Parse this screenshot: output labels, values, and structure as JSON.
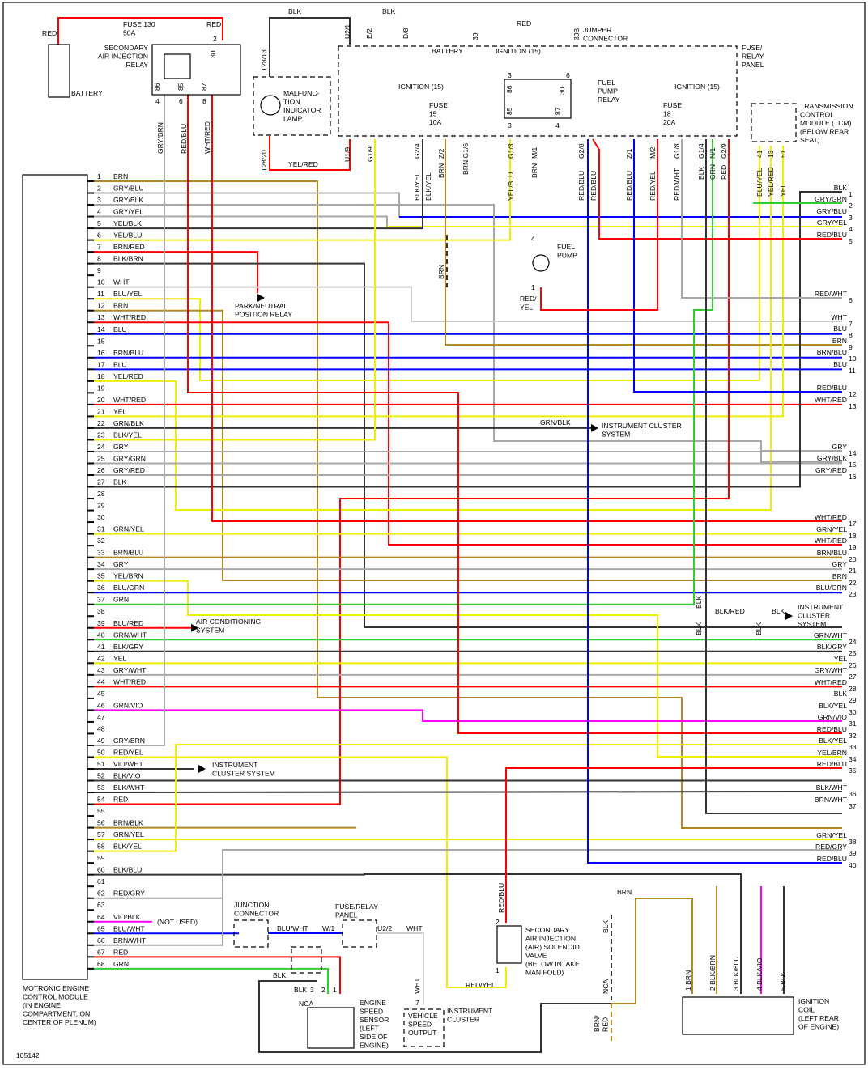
{
  "figure_id": "105142",
  "wire_colors": {
    "BLK": "#333333",
    "BRN": "#b08a20",
    "GRY": "#a8a8a8",
    "BLU": "#0000ff",
    "RED": "#ff0000",
    "YEL": "#eeee00",
    "GRN": "#33cc33",
    "WHT": "#cccccc",
    "VIO": "#ff00ff"
  },
  "ecm": {
    "title": [
      "MOTRONIC ENGINE",
      "CONTROL MODULE",
      "(IN ENGINE",
      "COMPARTMENT, ON",
      "CENTER OF PLENUM)"
    ],
    "pins": [
      {
        "n": "1",
        "c": "BRN"
      },
      {
        "n": "2",
        "c": "GRY/BLU"
      },
      {
        "n": "3",
        "c": "GRY/BLK"
      },
      {
        "n": "4",
        "c": "GRY/YEL"
      },
      {
        "n": "5",
        "c": "YEL/BLK"
      },
      {
        "n": "6",
        "c": "YEL/BLU"
      },
      {
        "n": "7",
        "c": "BRN/RED"
      },
      {
        "n": "8",
        "c": "BLK/BRN"
      },
      {
        "n": "9",
        "c": ""
      },
      {
        "n": "10",
        "c": "WHT"
      },
      {
        "n": "11",
        "c": "BLU/YEL"
      },
      {
        "n": "12",
        "c": "BRN"
      },
      {
        "n": "13",
        "c": "WHT/RED"
      },
      {
        "n": "14",
        "c": "BLU"
      },
      {
        "n": "15",
        "c": ""
      },
      {
        "n": "16",
        "c": "BRN/BLU"
      },
      {
        "n": "17",
        "c": "BLU"
      },
      {
        "n": "18",
        "c": "YEL/RED"
      },
      {
        "n": "19",
        "c": ""
      },
      {
        "n": "20",
        "c": "WHT/RED"
      },
      {
        "n": "21",
        "c": "YEL"
      },
      {
        "n": "22",
        "c": "GRN/BLK"
      },
      {
        "n": "23",
        "c": "BLK/YEL"
      },
      {
        "n": "24",
        "c": "GRY"
      },
      {
        "n": "25",
        "c": "GRY/GRN"
      },
      {
        "n": "26",
        "c": "GRY/RED"
      },
      {
        "n": "27",
        "c": "BLK"
      },
      {
        "n": "28",
        "c": ""
      },
      {
        "n": "29",
        "c": ""
      },
      {
        "n": "30",
        "c": ""
      },
      {
        "n": "31",
        "c": "GRN/YEL"
      },
      {
        "n": "32",
        "c": ""
      },
      {
        "n": "33",
        "c": "BRN/BLU"
      },
      {
        "n": "34",
        "c": "GRY"
      },
      {
        "n": "35",
        "c": "YEL/BRN"
      },
      {
        "n": "36",
        "c": "BLU/GRN"
      },
      {
        "n": "37",
        "c": "GRN"
      },
      {
        "n": "38",
        "c": ""
      },
      {
        "n": "39",
        "c": "BLU/RED"
      },
      {
        "n": "40",
        "c": "GRN/WHT"
      },
      {
        "n": "41",
        "c": "BLK/GRY"
      },
      {
        "n": "42",
        "c": "YEL"
      },
      {
        "n": "43",
        "c": "GRY/WHT"
      },
      {
        "n": "44",
        "c": "WHT/RED"
      },
      {
        "n": "45",
        "c": ""
      },
      {
        "n": "46",
        "c": "GRN/VIO"
      },
      {
        "n": "47",
        "c": ""
      },
      {
        "n": "48",
        "c": ""
      },
      {
        "n": "49",
        "c": "GRY/BRN"
      },
      {
        "n": "50",
        "c": "RED/YEL"
      },
      {
        "n": "51",
        "c": "VIO/WHT"
      },
      {
        "n": "52",
        "c": "BLK/VIO"
      },
      {
        "n": "53",
        "c": "BLK/WHT"
      },
      {
        "n": "54",
        "c": "RED"
      },
      {
        "n": "55",
        "c": ""
      },
      {
        "n": "56",
        "c": "BRN/BLK"
      },
      {
        "n": "57",
        "c": "GRN/YEL"
      },
      {
        "n": "58",
        "c": "BLK/YEL"
      },
      {
        "n": "59",
        "c": ""
      },
      {
        "n": "60",
        "c": "BLK/BLU"
      },
      {
        "n": "61",
        "c": ""
      },
      {
        "n": "62",
        "c": "RED/GRY"
      },
      {
        "n": "63",
        "c": ""
      },
      {
        "n": "64",
        "c": "VIO/BLK"
      },
      {
        "n": "65",
        "c": "BLU/WHT"
      },
      {
        "n": "66",
        "c": "BRN/WHT"
      },
      {
        "n": "67",
        "c": "RED"
      },
      {
        "n": "68",
        "c": "GRN"
      }
    ]
  },
  "tcm": {
    "title": [
      "TRANSMISSION",
      "CONTROL",
      "MODULE (TCM)",
      "(BELOW REAR",
      "SEAT)"
    ],
    "top_pins": [
      {
        "n": "41",
        "c": "BLU/YEL"
      },
      {
        "n": "13",
        "c": "YEL/RED"
      },
      {
        "n": "51",
        "c": "YEL"
      }
    ],
    "pins": [
      {
        "n": "1",
        "c": "BLK"
      },
      {
        "n": "2",
        "c": "GRY/GRN"
      },
      {
        "n": "3",
        "c": "GRY/BLU"
      },
      {
        "n": "4",
        "c": "GRY/YEL"
      },
      {
        "n": "5",
        "c": "RED/BLU"
      },
      {
        "n": "6",
        "c": "RED/WHT"
      },
      {
        "n": "7",
        "c": "WHT"
      },
      {
        "n": "8",
        "c": "BLU"
      },
      {
        "n": "9",
        "c": "BRN"
      },
      {
        "n": "10",
        "c": "BRN/BLU"
      },
      {
        "n": "11",
        "c": "BLU"
      },
      {
        "n": "12",
        "c": "RED/BLU"
      },
      {
        "n": "13",
        "c": "WHT/RED"
      },
      {
        "n": "14",
        "c": "GRY"
      },
      {
        "n": "15",
        "c": "GRY/BLK"
      },
      {
        "n": "16",
        "c": "GRY/RED"
      },
      {
        "n": "17",
        "c": "WHT/RED"
      },
      {
        "n": "18",
        "c": "GRN/YEL"
      },
      {
        "n": "19",
        "c": "WHT/RED"
      },
      {
        "n": "20",
        "c": "BRN/BLU"
      },
      {
        "n": "21",
        "c": "GRY"
      },
      {
        "n": "22",
        "c": "BRN"
      },
      {
        "n": "23",
        "c": "BLU/GRN"
      },
      {
        "n": "24",
        "c": "GRN/WHT"
      },
      {
        "n": "25",
        "c": "BLK/GRY"
      },
      {
        "n": "26",
        "c": "YEL"
      },
      {
        "n": "27",
        "c": "GRY/WHT"
      },
      {
        "n": "28",
        "c": "WHT/RED"
      },
      {
        "n": "29",
        "c": "BLK"
      },
      {
        "n": "30",
        "c": "BLK/YEL"
      },
      {
        "n": "31",
        "c": "GRN/VIO"
      },
      {
        "n": "32",
        "c": "RED/BLU"
      },
      {
        "n": "33",
        "c": "BLK/YEL"
      },
      {
        "n": "34",
        "c": "YEL/BRN"
      },
      {
        "n": "35",
        "c": "RED/BLU"
      },
      {
        "n": "36",
        "c": "BLK/WHT"
      },
      {
        "n": "37",
        "c": "BRN/WHT"
      },
      {
        "n": "38",
        "c": "GRN/YEL"
      },
      {
        "n": "39",
        "c": "RED/GRY"
      },
      {
        "n": "40",
        "c": "RED/BLU"
      }
    ]
  },
  "labels": {
    "battery_red": "RED",
    "battery": "BATTERY",
    "fuse130": [
      "FUSE 130",
      "50A"
    ],
    "relay_red": "RED",
    "sair_relay": [
      "SECONDARY",
      "AIR INJECTION",
      "RELAY"
    ],
    "r86": "86",
    "r85": "85",
    "r87": "87",
    "r30": "30",
    "r2": "2",
    "r4": "4",
    "r6": "6",
    "r8": "8",
    "blk1": "BLK",
    "blk2": "BLK",
    "u21": "U2/1",
    "e2": "E/2",
    "d8": "D/8",
    "jred": "RED",
    "j30": "30",
    "j30b": "30B",
    "jumper": [
      "JUMPER",
      "CONNECTOR"
    ],
    "panel": [
      "FUSE/",
      "RELAY",
      "PANEL"
    ],
    "pbatt": "BATTERY",
    "ign1": "IGNITION (15)",
    "t2813": "T28/13",
    "mil": [
      "MALFUNC-",
      "TION",
      "INDICATOR",
      "LAMP"
    ],
    "ign2": "IGNITION (15)",
    "fuse15": [
      "FUSE",
      "15",
      "10A"
    ],
    "fpr": [
      "FUEL",
      "PUMP",
      "RELAY"
    ],
    "ign3": "IGNITION (15)",
    "fuse18": [
      "FUSE",
      "18",
      "20A"
    ],
    "fp86": "86",
    "fp85": "85",
    "fp30": "30",
    "fp87": "87",
    "fp3a": "3",
    "fp3b": "3",
    "fp6": "6",
    "fp4": "4",
    "t2820": "T28/20",
    "u19": "U1/9",
    "g19": "G1/9",
    "g24": "G2/4",
    "z2": "Z/2",
    "g16": "BRN G1/6",
    "g13": "G1/3",
    "m1": "M/1",
    "g28": "G2/8",
    "z1": "Z/1",
    "m2": "M/2",
    "g18": "G1/8",
    "g14": "G1/4",
    "n1": "N/1",
    "g29": "G2/9",
    "w_grybrn": "GRY/BRN",
    "w_redblu": "RED/BLU",
    "w_whtred": "WHT/RED",
    "w_yelred": "YEL/RED",
    "w_blkyel1": "BLK/YEL",
    "w_blkyel2": "BLK/YEL",
    "w_brn1": "BRN",
    "w_yelblu": "YEL/BLU",
    "w_brn2": "BRN",
    "w_redblu1": "RED/BLU",
    "w_redblu2": "RED/BLU",
    "w_redblu3": "RED/BLU",
    "w_redyel": "RED/YEL",
    "w_redwht": "RED/WHT",
    "w_blk": "BLK",
    "w_grn": "GRN",
    "w_red": "RED",
    "w_brn3": "BRN",
    "fpump": [
      "FUEL",
      "PUMP"
    ],
    "fp_4": "4",
    "fp_1": "1",
    "fp_redyel": [
      "RED/",
      "YEL"
    ],
    "pnp": [
      "PARK/NEUTRAL",
      "POSITION RELAY"
    ],
    "grnblk": "GRN/BLK",
    "ic1": [
      "INSTRUMENT CLUSTER",
      "SYSTEM"
    ],
    "ac": [
      "AIR CONDITIONING",
      "SYSTEM"
    ],
    "blk3": "BLK",
    "blkred": "BLK/RED",
    "blk4": "BLK",
    "ic2": [
      "INSTRUMENT",
      "CLUSTER",
      "SYSTEM"
    ],
    "blk5": "BLK",
    "blk6": "BLK",
    "ic3": [
      "INSTRUMENT",
      "CLUSTER SYSTEM"
    ],
    "notused": "(NOT USED)",
    "jc": [
      "JUNCTION",
      "CONNECTOR"
    ],
    "frp": [
      "FUSE/RELAY",
      "PANEL"
    ],
    "bluwht": "BLU/WHT",
    "w1": "W/1",
    "u22": "U2/2",
    "wht1": "WHT",
    "blk7": "BLK",
    "blk8": "BLK",
    "e3": "3",
    "e2n": "2",
    "e1": "1",
    "nca1": "NCA",
    "ess": [
      "ENGINE",
      "SPEED",
      "SENSOR",
      "(LEFT",
      "SIDE OF",
      "ENGINE)"
    ],
    "wht2": "WHT",
    "v7": "7",
    "vso": [
      "VEHICLE",
      "SPEED",
      "OUTPUT"
    ],
    "icl": [
      "INSTRUMENT",
      "CLUSTER"
    ],
    "sredblu": "RED/BLU",
    "s2": "2",
    "s1": "1",
    "sav": [
      "SECONDARY",
      "AIR INJECTION",
      "(AIR) SOLENOID",
      "VALVE",
      "(BELOW INTAKE",
      "MANIFOLD)"
    ],
    "sredyel": "RED/YEL",
    "brn4": "BRN",
    "blk9": "BLK",
    "nca2": "NCA",
    "brnred": [
      "BRN/",
      "RED"
    ],
    "c1": "1 BRN",
    "c2": "2 BLK/BRN",
    "c3": "3 BLK/BLU",
    "c4": "4 BLK/VIO",
    "c5": "5 BLK",
    "coil": [
      "IGNITION",
      "COIL",
      "(LEFT REAR",
      "OF ENGINE)"
    ]
  }
}
